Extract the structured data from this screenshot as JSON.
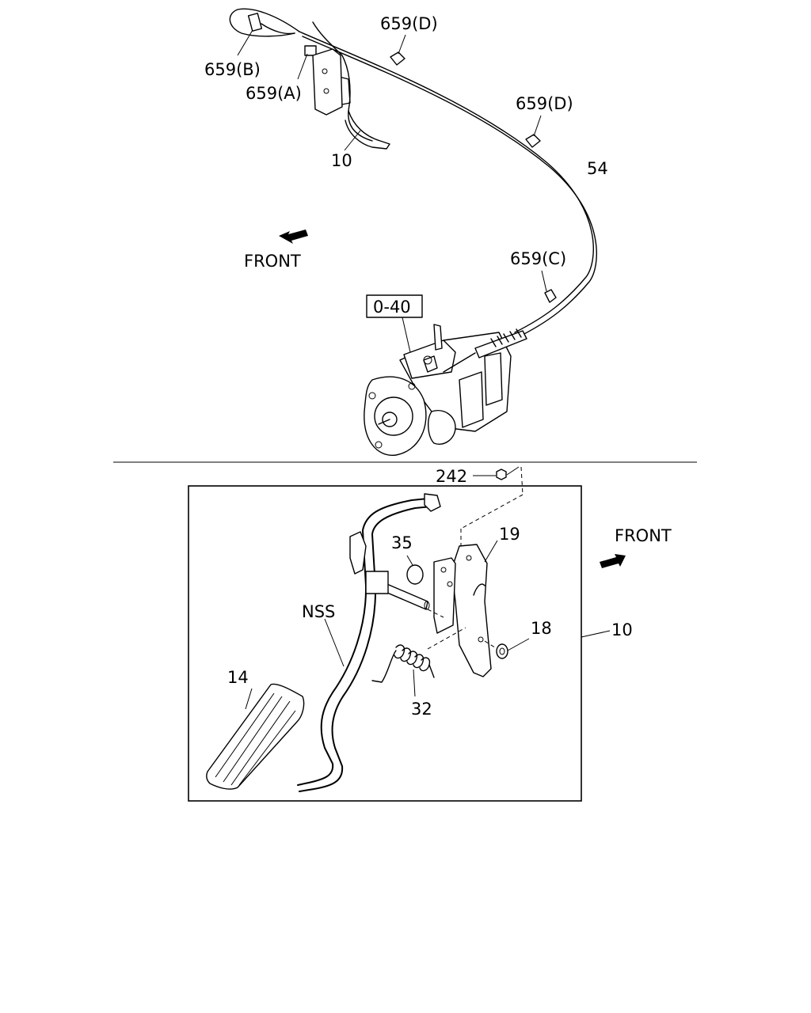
{
  "labels": {
    "p659b": "659(B)",
    "p659a": "659(A)",
    "p659d_top": "659(D)",
    "p659d_mid": "659(D)",
    "p10_top": "10",
    "p54": "54",
    "front_top": "FRONT",
    "p659c": "659(C)",
    "p0_40": "0-40",
    "p242": "242",
    "p19": "19",
    "p35": "35",
    "front_bottom": "FRONT",
    "nss": "NSS",
    "p18": "18",
    "p10_bottom": "10",
    "p14": "14",
    "p32": "32"
  }
}
